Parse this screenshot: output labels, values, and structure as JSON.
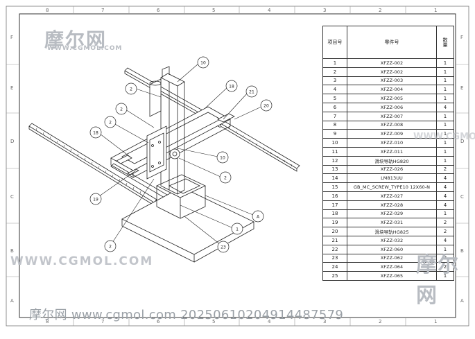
{
  "drawing": {
    "zones_top": [
      "8",
      "7",
      "6",
      "5",
      "4",
      "3",
      "2",
      "1"
    ],
    "zones_side": [
      "F",
      "E",
      "D",
      "C",
      "B",
      "A"
    ],
    "balloons": [
      "10",
      "2",
      "2",
      "18",
      "2",
      "18",
      "21",
      "20",
      "10",
      "2",
      "19",
      "A",
      "1",
      "23",
      "2"
    ]
  },
  "bom": {
    "headers": {
      "item": "项目号",
      "part": "零件号",
      "qty": "数量"
    },
    "rows": [
      {
        "item": "1",
        "part": "XFZZ-002",
        "qty": "1"
      },
      {
        "item": "2",
        "part": "XFZZ-002",
        "qty": "1"
      },
      {
        "item": "3",
        "part": "XFZZ-003",
        "qty": "1"
      },
      {
        "item": "4",
        "part": "XFZZ-004",
        "qty": "1"
      },
      {
        "item": "5",
        "part": "XFZZ-005",
        "qty": "1"
      },
      {
        "item": "6",
        "part": "XFZZ-006",
        "qty": "4"
      },
      {
        "item": "7",
        "part": "XFZZ-007",
        "qty": "1"
      },
      {
        "item": "8",
        "part": "XFZZ-008",
        "qty": "1"
      },
      {
        "item": "9",
        "part": "XFZZ-009",
        "qty": "1"
      },
      {
        "item": "10",
        "part": "XFZZ-010",
        "qty": "1"
      },
      {
        "item": "11",
        "part": "XFZZ-011",
        "qty": "1"
      },
      {
        "item": "12",
        "part": "滑块导轨HG820",
        "qty": "1"
      },
      {
        "item": "13",
        "part": "XFZZ-026",
        "qty": "2"
      },
      {
        "item": "14",
        "part": "LM813UU",
        "qty": "4"
      },
      {
        "item": "15",
        "part": "GB_MC_SCREW_TYPE10 12X60-N",
        "qty": "4"
      },
      {
        "item": "16",
        "part": "XFZZ-027",
        "qty": "4"
      },
      {
        "item": "17",
        "part": "XFZZ-028",
        "qty": "4"
      },
      {
        "item": "18",
        "part": "XFZZ-029",
        "qty": "1"
      },
      {
        "item": "19",
        "part": "XFZZ-031",
        "qty": "2"
      },
      {
        "item": "20",
        "part": "滑块导轨HG825",
        "qty": "2"
      },
      {
        "item": "21",
        "part": "XFZZ-032",
        "qty": "4"
      },
      {
        "item": "22",
        "part": "XFZZ-060",
        "qty": "1"
      },
      {
        "item": "23",
        "part": "XFZZ-062",
        "qty": "2"
      },
      {
        "item": "24",
        "part": "XFZZ-064",
        "qty": "2"
      },
      {
        "item": "25",
        "part": "XFZZ-065",
        "qty": "1"
      }
    ]
  },
  "watermarks": {
    "logo": "摩尔网",
    "url": "WWW.CGMOL.COM",
    "url_right": "WWW.CGMOL",
    "footer": "摩尔网 www.cgmol.com 20250610204914487579"
  },
  "colors": {
    "line": "#222222",
    "frame": "#555555",
    "watermark": "#b8bcc2"
  }
}
